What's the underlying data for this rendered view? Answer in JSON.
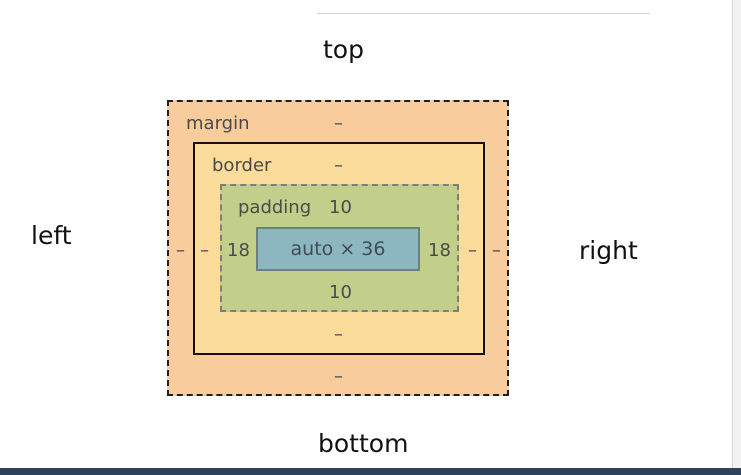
{
  "labels": {
    "top": "top",
    "left": "left",
    "right": "right",
    "bottom": "bottom"
  },
  "box_model": {
    "margin": {
      "label": "margin",
      "top": "–",
      "right": "–",
      "bottom": "–",
      "left": "–"
    },
    "border": {
      "label": "border",
      "top": "–",
      "right": "–",
      "bottom": "–",
      "left": "–"
    },
    "padding": {
      "label": "padding",
      "top": "10",
      "right": "18",
      "bottom": "10",
      "left": "18"
    },
    "content": {
      "size": "auto × 36"
    }
  },
  "colors": {
    "margin": "#f8cc9d",
    "border": "#fcdc9a",
    "padding": "#c2cf8a",
    "content": "#8cb6c0",
    "bottom_bar": "#2d4359"
  }
}
